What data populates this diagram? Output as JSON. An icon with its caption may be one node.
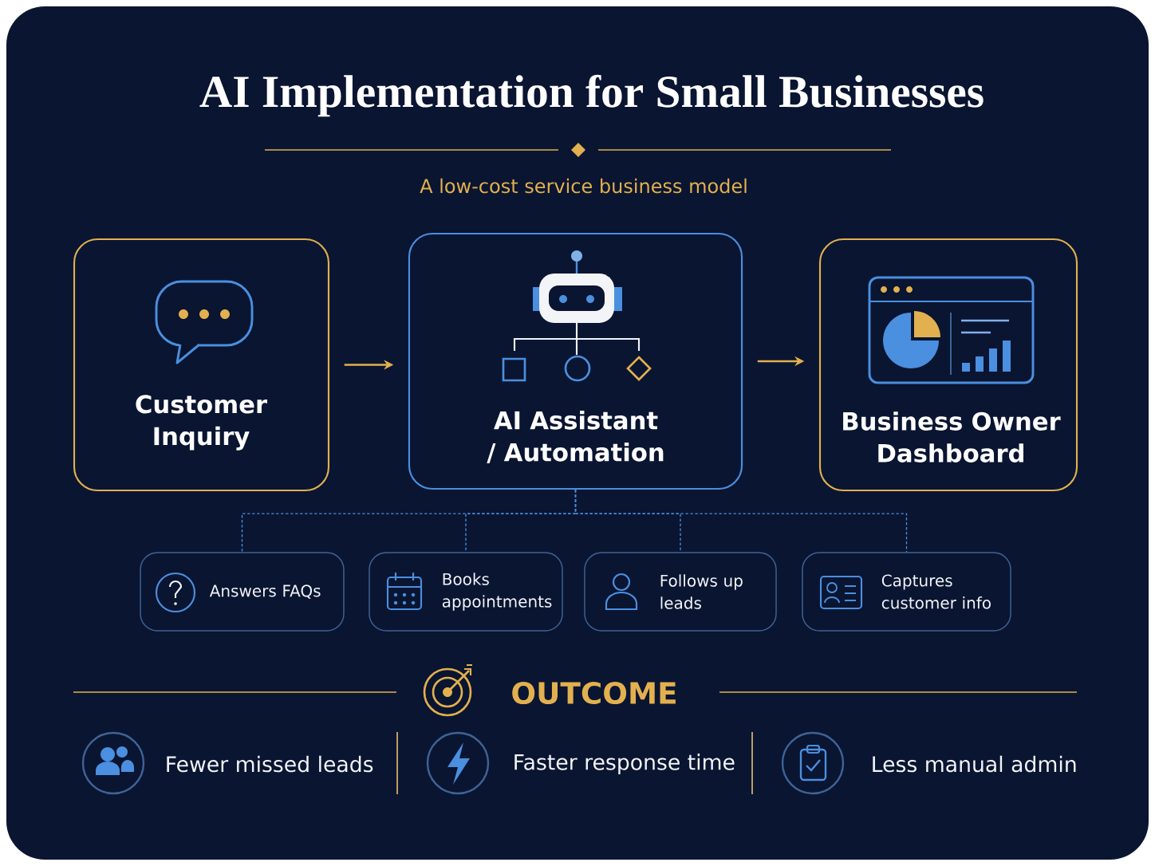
{
  "diagram": {
    "title": "AI Implementation for Small Businesses",
    "nodes": [
      {
        "text": [
          "Customer Inquiry"
        ]
      },
      {
        "text": [
          "AI Assistant / Automation"
        ]
      },
      {
        "text": [
          "Business Owner Dashboard"
        ]
      },
      {
        "text": [
          "Answers FAQs"
        ]
      },
      {
        "text": [
          "Books appointments"
        ]
      },
      {
        "text": [
          "Follows up leads"
        ]
      },
      {
        "text": [
          "Captures customer info"
        ]
      }
    ],
    "edges": [
      {
        "from": 0,
        "to": 1,
        "arrow": "to",
        "color": "#e2b04f"
      },
      {
        "from": 1,
        "to": 2,
        "arrow": "to",
        "color": "#e2b04f"
      },
      {
        "from": 1,
        "to": 3,
        "arrow": "none",
        "style": "dashed",
        "color": "#4a8fe0"
      },
      {
        "from": 1,
        "to": 4,
        "arrow": "none",
        "style": "dashed",
        "color": "#4a8fe0"
      },
      {
        "from": 1,
        "to": 5,
        "arrow": "none",
        "style": "dashed",
        "color": "#4a8fe0"
      },
      {
        "from": 1,
        "to": 6,
        "arrow": "none",
        "style": "dashed",
        "color": "#4a8fe0"
      }
    ],
    "labels": [
      "A low-cost service business model",
      "OUTCOME",
      "Fewer missed leads",
      "Faster response time",
      "Less manual admin"
    ]
  }
}
